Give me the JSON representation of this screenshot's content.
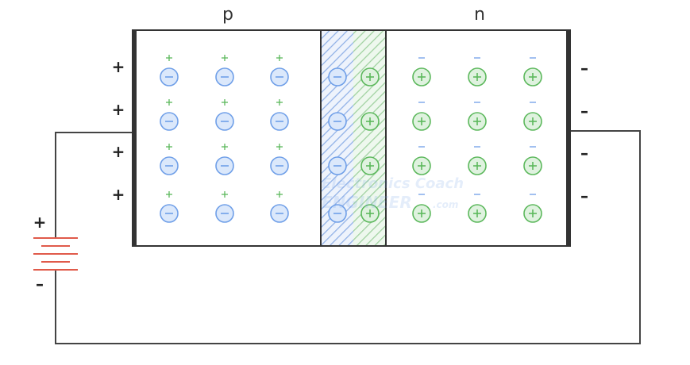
{
  "labels": {
    "p_region": "p",
    "n_region": "n"
  },
  "terminals": {
    "left_signs": [
      "+",
      "+",
      "+",
      "+"
    ],
    "right_signs": [
      "–",
      "–",
      "–",
      "–"
    ]
  },
  "battery": {
    "positive": "+",
    "negative": "–"
  },
  "watermark": {
    "line1": "Electronics Coach",
    "line2": "ENGINEER",
    "suffix": ".com"
  },
  "colors": {
    "p_carrier": "#6f9fe8",
    "p_carrier_fill": "#dbe8fb",
    "n_carrier": "#5cb85c",
    "n_carrier_fill": "#dff2df",
    "battery": "#e05a4a",
    "frame": "#333333",
    "wire": "#444444"
  },
  "icons": {
    "hole_ion": "minus-circle-icon",
    "donor_ion": "plus-circle-icon"
  }
}
